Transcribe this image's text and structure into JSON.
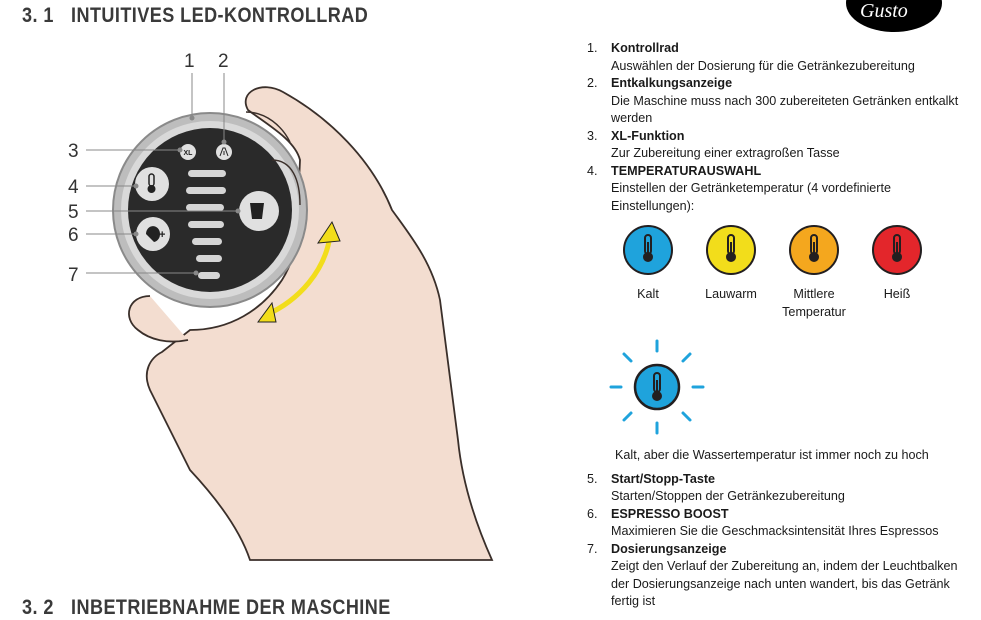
{
  "section": {
    "number": "3. 1",
    "title": "INTUITIVES LED-KONTROLLRAD"
  },
  "next_section": {
    "number": "3. 2",
    "title": "INBETRIEBNAHME DER MASCHINE"
  },
  "logo_text": "Gusto",
  "callouts": [
    "1",
    "2",
    "3",
    "4",
    "5",
    "6",
    "7"
  ],
  "items_top": [
    {
      "n": "1.",
      "title": "Kontrollrad",
      "desc": "Auswählen der Dosierung für die Getränkezubereitung"
    },
    {
      "n": "2.",
      "title": "Entkalkungsanzeige",
      "desc": "Die Maschine muss nach 300 zubereiteten Getränken entkalkt werden"
    },
    {
      "n": "3.",
      "title": "XL-Funktion",
      "desc": "Zur Zubereitung einer extragroßen Tasse"
    },
    {
      "n": "4.",
      "title": "TEMPERATURAUSWAHL",
      "desc": "Einstellen der Getränketemperatur (4 vordefinierte Einstellungen):"
    }
  ],
  "temperatures": [
    {
      "label": "Kalt",
      "color": "#1fa3dc"
    },
    {
      "label": "Lauwarm",
      "color": "#f2dd1b"
    },
    {
      "label": "Mittlere Temperatur",
      "color": "#f4a71e"
    },
    {
      "label": "Heiß",
      "color": "#e3262b"
    }
  ],
  "warning_note": "Kalt, aber die Wassertemperatur ist immer noch zu hoch",
  "items_bottom": [
    {
      "n": "5.",
      "title": "Start/Stopp-Taste",
      "desc": "Starten/Stoppen der Getränkezubereitung"
    },
    {
      "n": "6.",
      "title": "ESPRESSO BOOST",
      "desc": "Maximieren Sie die Geschmacksintensität Ihres Espressos"
    },
    {
      "n": "7.",
      "title": "Dosierungsanzeige",
      "desc": "Zeigt den Verlauf der Zubereitung an, indem der Leuchtbalken der Dosierungsanzeige nach unten wandert, bis das Getränk fertig ist"
    }
  ],
  "colors": {
    "arrow": "#f2dd1b",
    "hand": "#f3ddd0",
    "warning_blue": "#1fa3dc"
  }
}
